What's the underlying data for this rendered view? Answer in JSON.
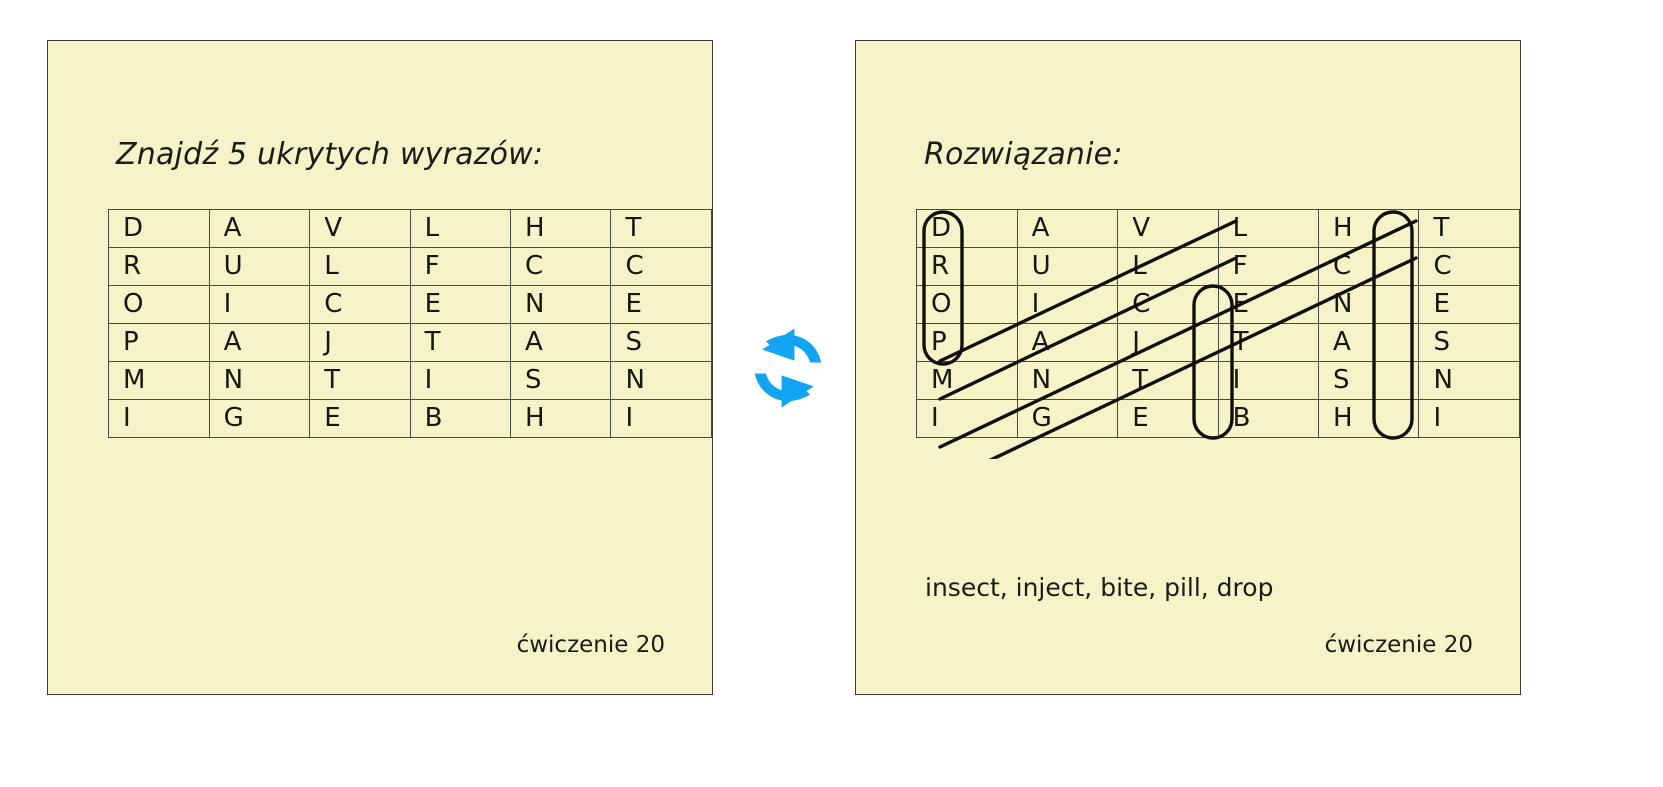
{
  "page": {
    "background": "#ffffff",
    "card_background": "#f7f3c8",
    "card_border": "#3a3a32",
    "accent": "#12a5f4",
    "text_color": "#1b1b18"
  },
  "left_card": {
    "title": "Znajdź 5 ukrytych wyrazów:",
    "exercise_label": "ćwiczenie 20",
    "grid": {
      "rows": 6,
      "cols": 6,
      "cells": [
        [
          "D",
          "A",
          "V",
          "L",
          "H",
          "T"
        ],
        [
          "R",
          "U",
          "L",
          "F",
          "C",
          "C"
        ],
        [
          "O",
          "I",
          "C",
          "E",
          "N",
          "E"
        ],
        [
          "P",
          "A",
          "J",
          "T",
          "A",
          "S"
        ],
        [
          "M",
          "N",
          "T",
          "I",
          "S",
          "N"
        ],
        [
          "I",
          "G",
          "E",
          "B",
          "H",
          "I"
        ]
      ]
    }
  },
  "right_card": {
    "title": "Rozwiązanie:",
    "exercise_label": "ćwiczenie 20",
    "words": "insect, inject, bite, pill, drop",
    "word_list": [
      "insect",
      "inject",
      "bite",
      "pill",
      "drop"
    ],
    "grid": {
      "rows": 6,
      "cols": 6,
      "cells": [
        [
          "D",
          "A",
          "V",
          "L",
          "H",
          "T"
        ],
        [
          "R",
          "U",
          "L",
          "F",
          "C",
          "C"
        ],
        [
          "O",
          "I",
          "C",
          "E",
          "N",
          "E"
        ],
        [
          "P",
          "A",
          "J",
          "T",
          "A",
          "S"
        ],
        [
          "M",
          "N",
          "T",
          "I",
          "S",
          "N"
        ],
        [
          "I",
          "G",
          "E",
          "B",
          "H",
          "I"
        ]
      ]
    },
    "solution_marks": [
      {
        "word": "drop",
        "shape": "capsule",
        "direction": "vertical-down",
        "col": 1,
        "row_start": 1,
        "row_end": 4,
        "letters": "DROP"
      },
      {
        "word": "pill",
        "shape": "capsule",
        "direction": "vertical-up",
        "col": 4,
        "row_start": 3,
        "row_end": 6,
        "letters": "ETIB"
      },
      {
        "word": "insect",
        "shape": "capsule",
        "direction": "vertical-up",
        "col": 6,
        "row_start": 1,
        "row_end": 6,
        "letters": "TCESNI"
      },
      {
        "word": "inject",
        "shape": "line",
        "direction": "diagonal-up-right",
        "from_cell": [
          4,
          1
        ],
        "to_cell": [
          1,
          4
        ]
      },
      {
        "word": "bite",
        "shape": "line",
        "direction": "diagonal-up-right",
        "from_cell": [
          6,
          1
        ],
        "to_cell": [
          1,
          6
        ]
      }
    ]
  },
  "center_icon": {
    "name": "refresh-icon",
    "label": "refresh",
    "color": "#12a5f4"
  }
}
